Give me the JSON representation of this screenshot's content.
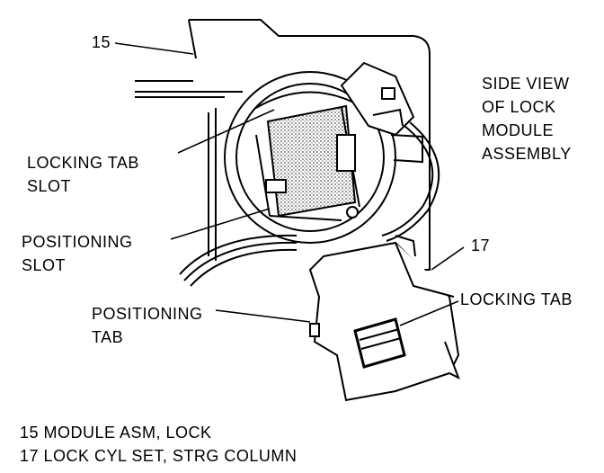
{
  "callouts": {
    "ref_15": "15",
    "ref_17": "17",
    "side_view": [
      "SIDE VIEW",
      "OF LOCK",
      "MODULE",
      "ASSEMBLY"
    ],
    "locking_tab_slot": [
      "LOCKING TAB",
      "SLOT"
    ],
    "positioning_slot": [
      "POSITIONING",
      "SLOT"
    ],
    "positioning_tab": [
      "POSITIONING",
      "TAB"
    ],
    "locking_tab": "LOCKING TAB"
  },
  "legend": [
    "15 MODULE ASM, LOCK",
    "17 LOCK CYL SET, STRG COLUMN"
  ],
  "colors": {
    "ink": "#000000",
    "paper": "#ffffff",
    "stipple": "#8a8a8a"
  }
}
